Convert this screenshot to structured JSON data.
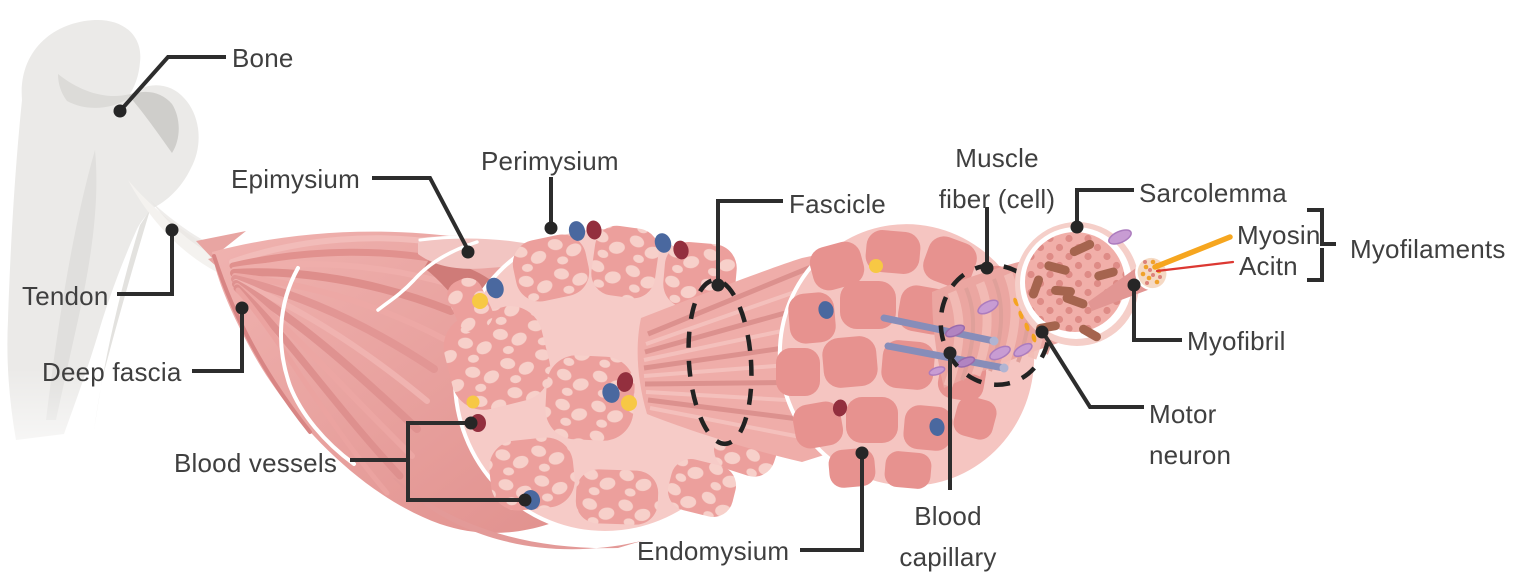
{
  "figure": {
    "description": "Skeletal muscle structure diagram: bone to myofilaments",
    "labels": {
      "bone": "Bone",
      "epimysium": "Epimysium",
      "perimysium": "Perimysium",
      "tendon": "Tendon",
      "deep_fascia": "Deep fascia",
      "blood_vessels": "Blood vessels",
      "fascicle": "Fascicle",
      "muscle_fiber": {
        "line1": "Muscle",
        "line2": "fiber (cell)"
      },
      "sarcolemma": "Sarcolemma",
      "myosin": "Myosin",
      "actin": "Acitn",
      "myofilaments": "Myofilaments",
      "myofibril": "Myofibril",
      "motor_neuron": {
        "line1": "Motor",
        "line2": "neuron"
      },
      "blood_capillary": {
        "line1": "Blood",
        "line2": "capillary"
      },
      "endomysium": "Endomysium"
    },
    "palette": {
      "label_text": "#3F3F3F",
      "leader_line": "#2D2D2D",
      "muscle_pink": "#E89B98",
      "muscle_light_ring": "#F6CBC7",
      "fascicle_fill": "#EC9F9C",
      "fiber_blob_light": "#F7D0CA",
      "fascicle_cell": "#E7928F",
      "bone_gray": "#EBEAE8",
      "tendon_white": "#F4F2EF",
      "myosin_orange": "#F6A61F",
      "actin_red": "#DC3832",
      "capillary_slate": "#878DB9",
      "nucleus_purple": "#C89CD3",
      "vessel_blue": "#4A689F",
      "vessel_red": "#932F3E",
      "vessel_yellow": "#F7C844",
      "junction_yellow": "#F5A41F",
      "mitochondria_brown": "#A5644E"
    }
  }
}
